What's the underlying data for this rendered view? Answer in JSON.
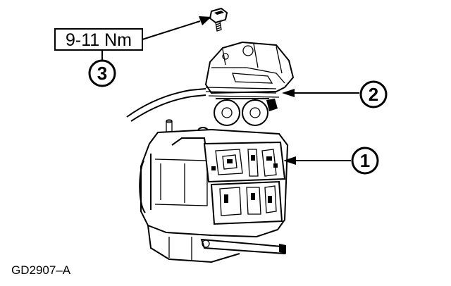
{
  "torque_spec": "9-11 Nm",
  "callouts": [
    {
      "number": "1"
    },
    {
      "number": "2"
    },
    {
      "number": "3"
    }
  ],
  "figure_id": "GD2907–A"
}
